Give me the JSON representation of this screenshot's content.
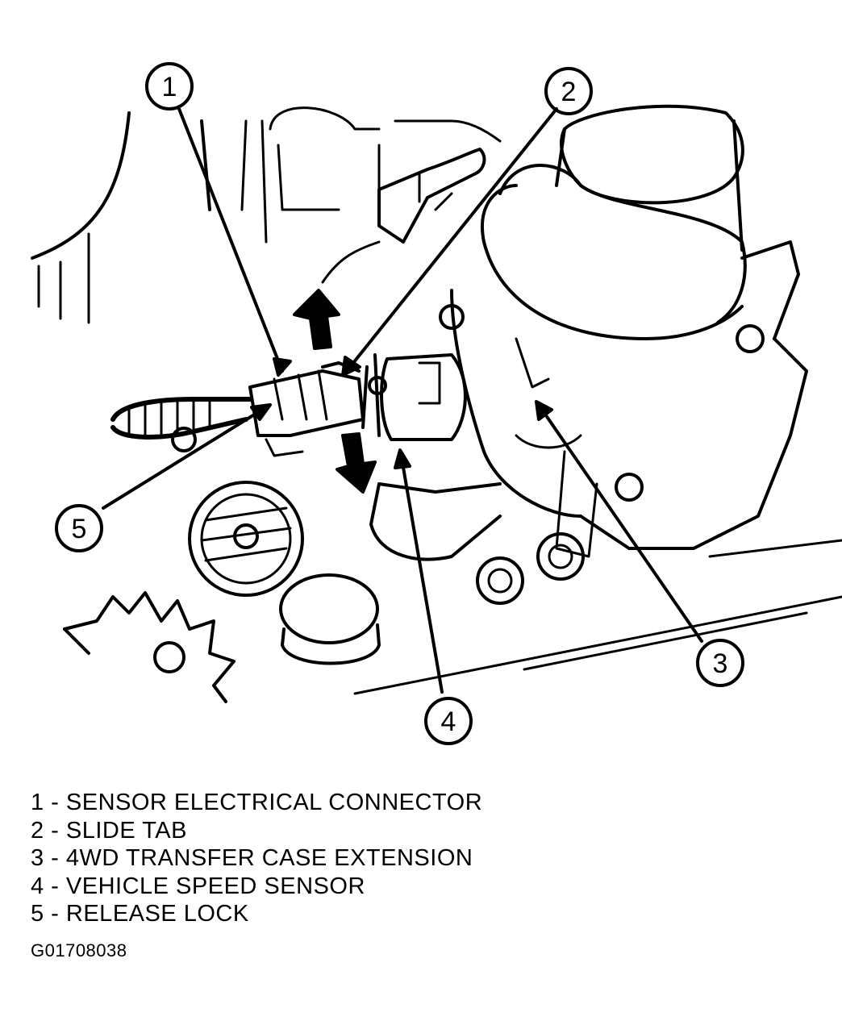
{
  "figure": {
    "callouts": [
      {
        "id": "1",
        "label": "1"
      },
      {
        "id": "2",
        "label": "2"
      },
      {
        "id": "3",
        "label": "3"
      },
      {
        "id": "4",
        "label": "4"
      },
      {
        "id": "5",
        "label": "5"
      }
    ]
  },
  "legend": {
    "items": [
      {
        "number": "1",
        "text": "1 - SENSOR ELECTRICAL CONNECTOR"
      },
      {
        "number": "2",
        "text": "2 - SLIDE TAB"
      },
      {
        "number": "3",
        "text": "3 - 4WD TRANSFER CASE EXTENSION"
      },
      {
        "number": "4",
        "text": "4 - VEHICLE SPEED SENSOR"
      },
      {
        "number": "5",
        "text": "5 - RELEASE LOCK"
      }
    ]
  },
  "figure_id": "G01708038"
}
